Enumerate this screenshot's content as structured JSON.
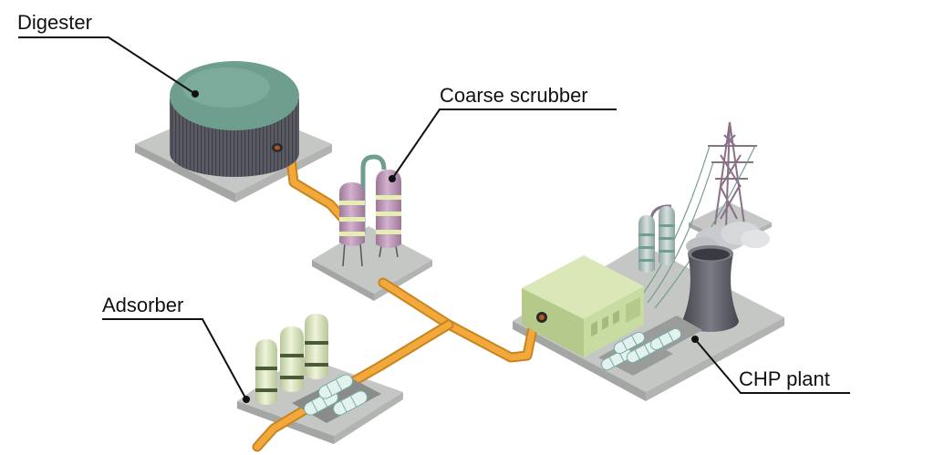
{
  "labels": {
    "digester": "Digester",
    "coarse_scrubber": "Coarse scrubber",
    "adsorber": "Adsorber",
    "chp_plant": "CHP plant"
  },
  "colors": {
    "platform": "#c5c7c5",
    "pipe": "#f2a93b",
    "digester_roof": "#6e9e8e",
    "digester_wall": "#5a5a64",
    "scrubber_column": "#c7a3c2",
    "scrubber_band": "#e6edb0",
    "adsorber_tank": "#dde8c0",
    "chp_building": "#c8dba0",
    "cooling_tower": "#5f6068",
    "pylon": "#8a7087"
  }
}
